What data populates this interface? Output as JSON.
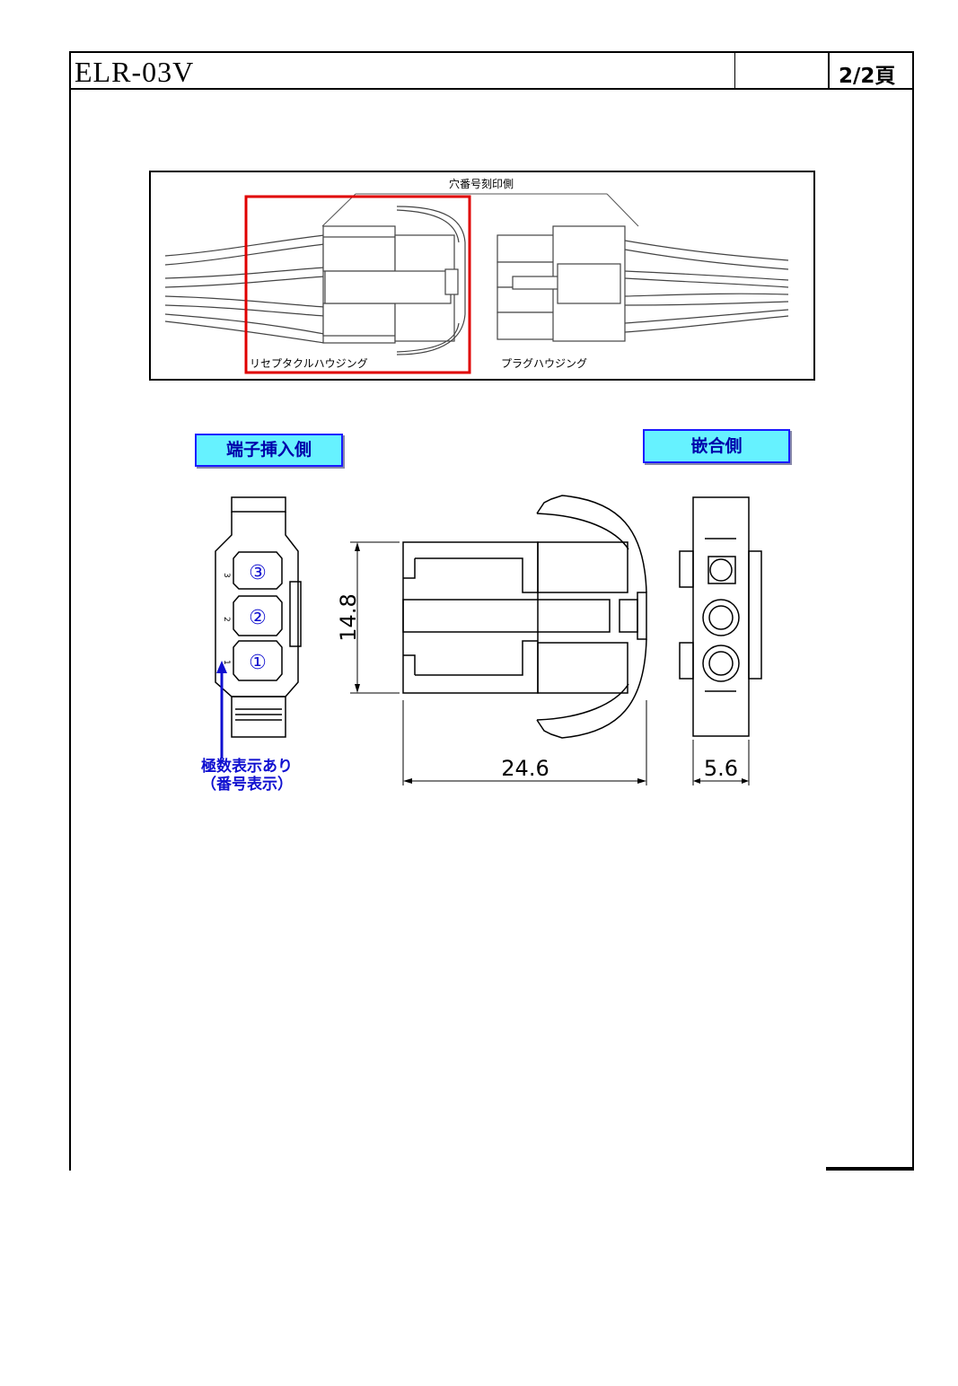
{
  "header": {
    "title": "ELR-03V",
    "middle": "",
    "page": "2/2頁"
  },
  "photo": {
    "top_label": "穴番号刻印側",
    "receptacle_label": "リセプタクルハウジング",
    "plug_label": "プラグハウジング"
  },
  "views": {
    "terminal_side_label": "端子挿入側",
    "mating_side_label": "嵌合側",
    "pin_numbers": [
      "3",
      "2",
      "1"
    ],
    "circled_numbers": [
      "③",
      "②",
      "①"
    ],
    "pole_note_line1": "極数表示あり",
    "pole_note_line2": "（番号表示）"
  },
  "dimensions": {
    "height": "14.8",
    "length": "24.6",
    "width": "5.6"
  },
  "colors": {
    "highlight_red": "#e00000",
    "label_fill": "#66f2ff",
    "label_border": "#1a1aff",
    "note_blue": "#1010d0"
  }
}
